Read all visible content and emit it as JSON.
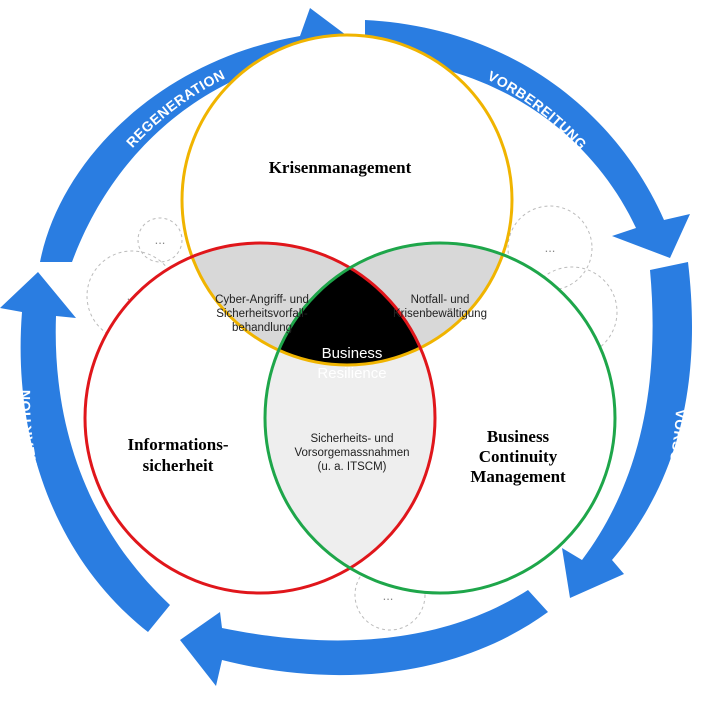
{
  "colors": {
    "cycle_blue": "#2a7de1",
    "krisen_yellow": "#f0b400",
    "info_red": "#e0161b",
    "bcm_green": "#1ea64a",
    "overlap_gray": "#d8d8d8",
    "overlap_light": "#eeeeee",
    "center_black": "#000000"
  },
  "cycle": {
    "regeneration": "REGENERATION",
    "vorbereitung": "VORBEREITUNG",
    "vorsorge": "VORSORGE",
    "schutz": "SCHUTZ",
    "reaktion": "REAKTION"
  },
  "circles": {
    "krisen": "Krisenmanagement",
    "info_line1": "Informations-",
    "info_line2": "sicherheit",
    "bcm_line1": "Business",
    "bcm_line2": "Continuity",
    "bcm_line3": "Management"
  },
  "overlaps": {
    "cyber_line1": "Cyber-Angriff- und",
    "cyber_line2": "Sicherheitsvorfall-",
    "cyber_line3": "behandlung",
    "notfall_line1": "Notfall- und",
    "notfall_line2": "Krisenbewältigung",
    "sicher_line1": "Sicherheits- und",
    "sicher_line2": "Vorsorgemassnahmen",
    "sicher_line3": "(u. a. ITSCM)"
  },
  "center": {
    "line1": "Business",
    "line2": "Resilience"
  },
  "placeholders": {
    "ellipsis": "..."
  }
}
